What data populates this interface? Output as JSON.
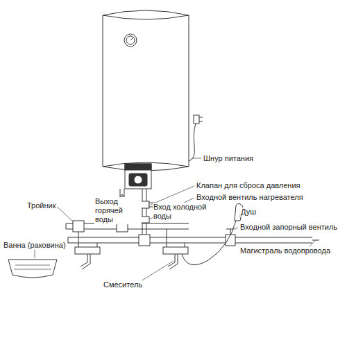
{
  "diagram": {
    "labels": [
      "Шнур питания",
      "Клапан для сброса давления",
      "Входной вентиль нагревателя",
      "Тройник",
      "Выход горячей воды",
      "Вход холодной воды",
      "Душ",
      "Входной запорный вентиль",
      "Магистраль водопровода",
      "Ванна (раковина)",
      "Смеситель"
    ]
  }
}
